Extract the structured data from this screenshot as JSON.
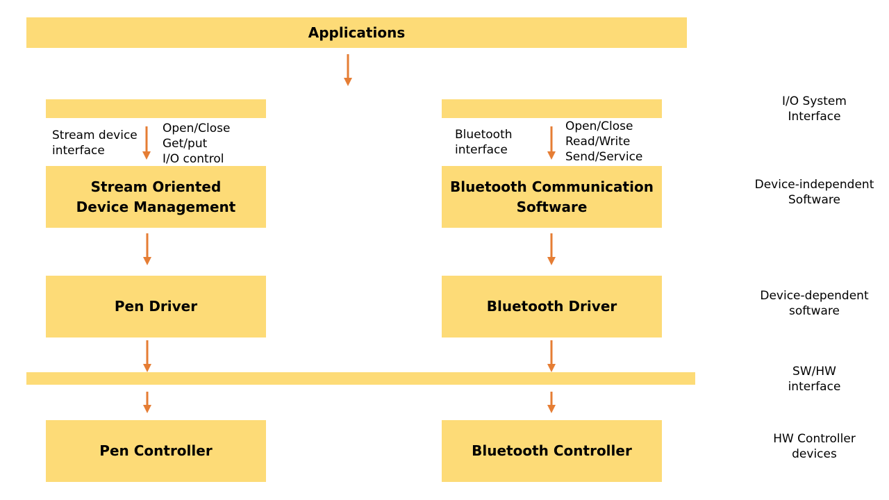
{
  "colors": {
    "box_fill": "#FDDB77",
    "arrow": "#E57D34"
  },
  "top": {
    "applications": "Applications"
  },
  "left": {
    "interface_label": "Stream device\ninterface",
    "operations": "Open/Close\nGet/put\nI/O control",
    "management": "Stream Oriented\nDevice Management",
    "driver": "Pen Driver",
    "controller": "Pen Controller"
  },
  "right": {
    "interface_label": "Bluetooth\ninterface",
    "operations": "Open/Close\nRead/Write\nSend/Service",
    "management": "Bluetooth Communication\nSoftware",
    "driver": "Bluetooth Driver",
    "controller": "Bluetooth Controller"
  },
  "layers": {
    "io_system": "I/O System\nInterface",
    "device_independent": "Device-independent\nSoftware",
    "device_dependent": "Device-dependent\nsoftware",
    "sw_hw": "SW/HW\ninterface",
    "hw_controller": "HW Controller\ndevices"
  }
}
